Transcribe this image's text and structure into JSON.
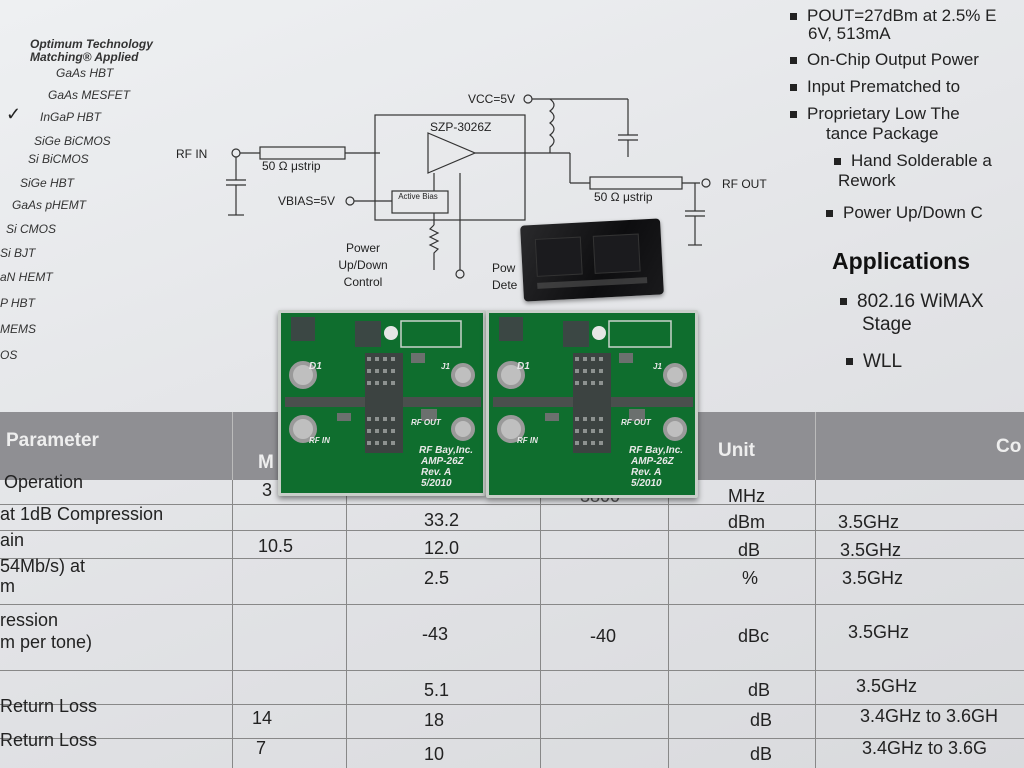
{
  "optimum": {
    "title_line1": "Optimum Technology",
    "title_line2": "Matching® Applied",
    "items": [
      "GaAs HBT",
      "GaAs MESFET",
      "InGaP HBT",
      "SiGe BiCMOS",
      "Si BiCMOS",
      "SiGe HBT",
      "GaAs pHEMT",
      "Si CMOS",
      "Si BJT",
      "aN HEMT",
      "P HBT",
      "MEMS",
      "OS"
    ],
    "checkmark": "✓"
  },
  "features": {
    "items": [
      "POUT=27dBm at 2.5% E",
      "6V, 513mA",
      "On-Chip Output Power",
      "Input Prematched to",
      "Proprietary Low The",
      "tance Package",
      "Hand Solderable a",
      "Rework",
      "Power Up/Down C"
    ],
    "applications_heading": "Applications",
    "applications": [
      "802.16 WiMAX",
      "Stage",
      "WLL"
    ]
  },
  "schematic": {
    "vcc": "VCC=5V",
    "chip": "SZP-3026Z",
    "rf_in": "RF IN",
    "strip1": "50 Ω μstrip",
    "strip2": "50 Ω μstrip",
    "rf_out": "RF OUT",
    "vbias": "VBIAS=5V",
    "active_bias": "Active Bias",
    "power_ctrl": "Power Up/Down Control",
    "power_det": "Pow Dete"
  },
  "table": {
    "headers": [
      "Parameter",
      "M",
      "Unit",
      "Co"
    ],
    "rows": [
      {
        "param": "Operation",
        "min": "3",
        "typ": "",
        "max": "3800",
        "unit": "MHz",
        "cond": ""
      },
      {
        "param": "at 1dB Compression",
        "min": "",
        "typ": "33.2",
        "max": "",
        "unit": "dBm",
        "cond": "3.5GHz"
      },
      {
        "param": "ain",
        "min": "10.5",
        "typ": "12.0",
        "max": "",
        "unit": "dB",
        "cond": "3.5GHz"
      },
      {
        "param": "54Mb/s) at",
        "param2": "m",
        "min": "",
        "typ": "2.5",
        "max": "",
        "unit": "%",
        "cond": "3.5GHz"
      },
      {
        "param": "ression",
        "param2": "m per tone)",
        "min": "",
        "typ": "-43",
        "max": "-40",
        "unit": "dBc",
        "cond": "3.5GHz"
      },
      {
        "param": "",
        "min": "",
        "typ": "5.1",
        "max": "",
        "unit": "dB",
        "cond": "3.5GHz"
      },
      {
        "param": "Return Loss",
        "min": "14",
        "typ": "18",
        "max": "",
        "unit": "dB",
        "cond": "3.4GHz to 3.6GH"
      },
      {
        "param": "Return Loss",
        "min": "7",
        "typ": "10",
        "max": "",
        "unit": "dB",
        "cond": "3.4GHz to 3.6G"
      }
    ]
  },
  "pcbs": [
    {
      "d1": "D1",
      "j1": "J1",
      "rf_in": "RF IN",
      "rf_out": "RF OUT",
      "line1": "RF Bay,Inc.",
      "line2": "AMP-26Z",
      "line3": "Rev. A",
      "line4": "5/2010"
    },
    {
      "d1": "D1",
      "j1": "J1",
      "rf_in": "RF IN",
      "rf_out": "RF OUT",
      "line1": "RF Bay,Inc.",
      "line2": "AMP-26Z",
      "line3": "Rev. A",
      "line4": "5/2010"
    }
  ],
  "colors": {
    "pcb_green": "#0f6e2e",
    "header_gray": "#8f8f93",
    "paper": "#e4e4e6"
  }
}
